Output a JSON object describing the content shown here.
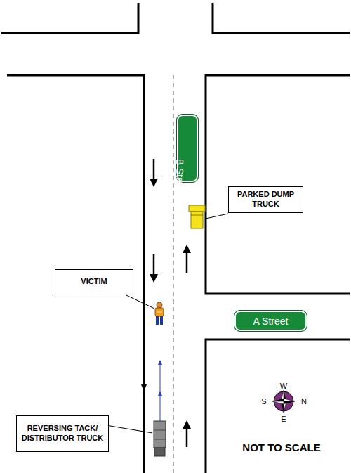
{
  "diagram": {
    "nodes": [
      {
        "text": [
          "B Street"
        ]
      },
      {
        "text": [
          "PARKED DUMP TRUCK"
        ]
      },
      {
        "text": [
          "VICTIM"
        ]
      },
      {
        "text": [
          "A Street"
        ]
      },
      {
        "text": [
          "REVERSING TACK/ DISTRIBUTOR TRUCK"
        ]
      }
    ],
    "labels": [
      "W",
      "S",
      "N",
      "E",
      "NOT TO SCALE"
    ]
  }
}
